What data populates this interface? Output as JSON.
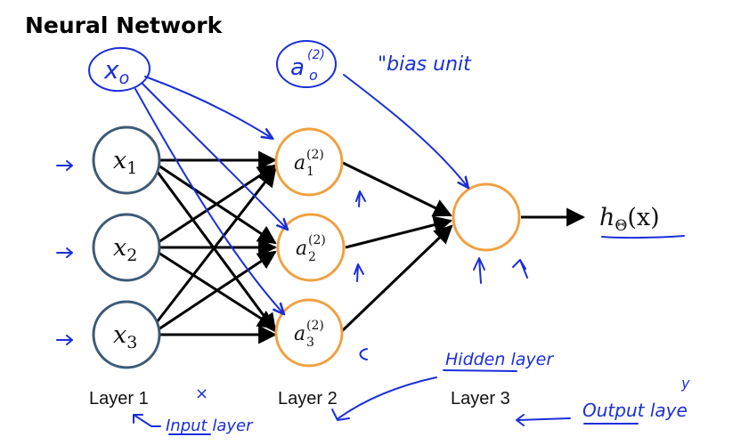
{
  "title": "Neural Network",
  "layers": [
    {
      "label": "Layer 1"
    },
    {
      "label": "Layer 2"
    },
    {
      "label": "Layer 3"
    }
  ],
  "input_nodes": [
    {
      "var": "x",
      "sub": "1"
    },
    {
      "var": "x",
      "sub": "2"
    },
    {
      "var": "x",
      "sub": "3"
    }
  ],
  "hidden_nodes": [
    {
      "var": "a",
      "sup": "(2)",
      "sub": "1"
    },
    {
      "var": "a",
      "sup": "(2)",
      "sub": "2"
    },
    {
      "var": "a",
      "sup": "(2)",
      "sub": "3"
    }
  ],
  "output": {
    "h": "h",
    "theta": "Θ",
    "arg": "(x)"
  },
  "annotations": {
    "bias_input": "x",
    "bias_input_sub": "o",
    "bias_hidden": "a",
    "bias_hidden_sup": "(2)",
    "bias_hidden_sub": "o",
    "bias_unit": "\"bias unit",
    "hidden_layer": "Hidden layer",
    "input_layer": "Input layer",
    "output_layer": "Output laye",
    "output_y": "y",
    "cross_mark": "×"
  },
  "colors": {
    "input_node": "#3c5a78",
    "hidden_node": "#f0a040",
    "output_node": "#f0a040",
    "ink": "#1a2fd8",
    "edge": "#000000"
  }
}
